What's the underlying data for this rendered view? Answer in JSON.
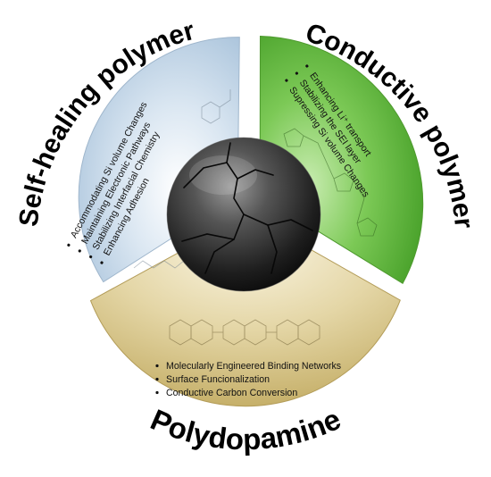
{
  "colors": {
    "self_healing_fill": "#bfd3e6",
    "conductive_fill": "#5fb63a",
    "polydopamine_fill": "#d9c88f",
    "center_sphere": "#2a2a2a",
    "text": "#000000"
  },
  "segments": {
    "self_healing": {
      "title": "Self-healing polymer",
      "bullets": [
        "Accommodating Si volume Changes",
        "Maintaining Electronic Pathways",
        "Stabilizing Interfacial Chemistry",
        "Enhancing Adhesion"
      ]
    },
    "conductive": {
      "title": "Conductive polymer",
      "bullets": [
        "Enhancing Li⁺ transport",
        "Stabilizing the SEI layer",
        "Supressing Si volume Changes"
      ]
    },
    "polydopamine": {
      "title": "Polydopamine",
      "bullets": [
        "Molecularly Engineered Binding Networks",
        "Surface Funcionalization",
        "Conductive Carbon Conversion"
      ]
    }
  }
}
